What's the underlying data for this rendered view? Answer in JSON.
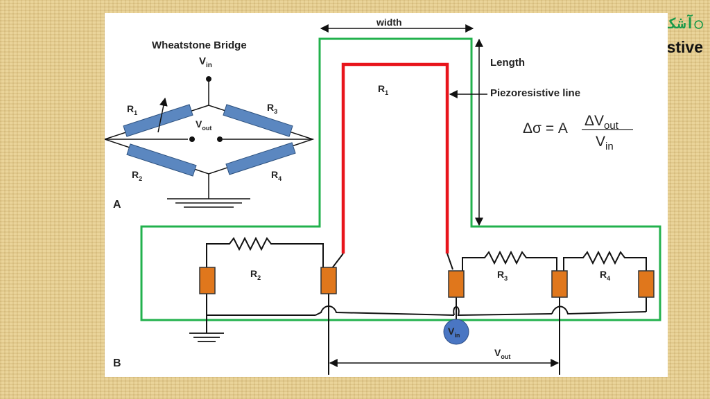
{
  "slide": {
    "title": "○آشکار سازی:",
    "subtitle": "Piezoresistive"
  },
  "colors": {
    "green_outline": "#22b14c",
    "piezo_line": "#e8141b",
    "resistor_blue": "#5b87c0",
    "resistor_orange": "#e0771c",
    "vin_node": "#4a76c3"
  },
  "diagram": {
    "panel_a": {
      "title": "Wheatstone Bridge",
      "vin": "V",
      "vin_sub": "in",
      "vout": "V",
      "vout_sub": "out",
      "r1": "R",
      "r1_sub": "1",
      "r2": "R",
      "r2_sub": "2",
      "r3": "R",
      "r3_sub": "3",
      "r4": "R",
      "r4_sub": "4",
      "panel_letter": "A"
    },
    "panel_b": {
      "width_label": "width",
      "length_label": "Length",
      "piezo_line_label": "Piezoresistive line",
      "r1": "R",
      "r1_sub": "1",
      "r2": "R",
      "r2_sub": "2",
      "r3": "R",
      "r3_sub": "3",
      "r4": "R",
      "r4_sub": "4",
      "vin": "V",
      "vin_sub": "in",
      "vout": "V",
      "vout_sub": "out",
      "panel_letter": "B"
    },
    "equation": {
      "lhs": "Δσ = A",
      "numerator": "ΔV",
      "numerator_sub": "out",
      "denominator": "V",
      "denominator_sub": "in"
    }
  }
}
